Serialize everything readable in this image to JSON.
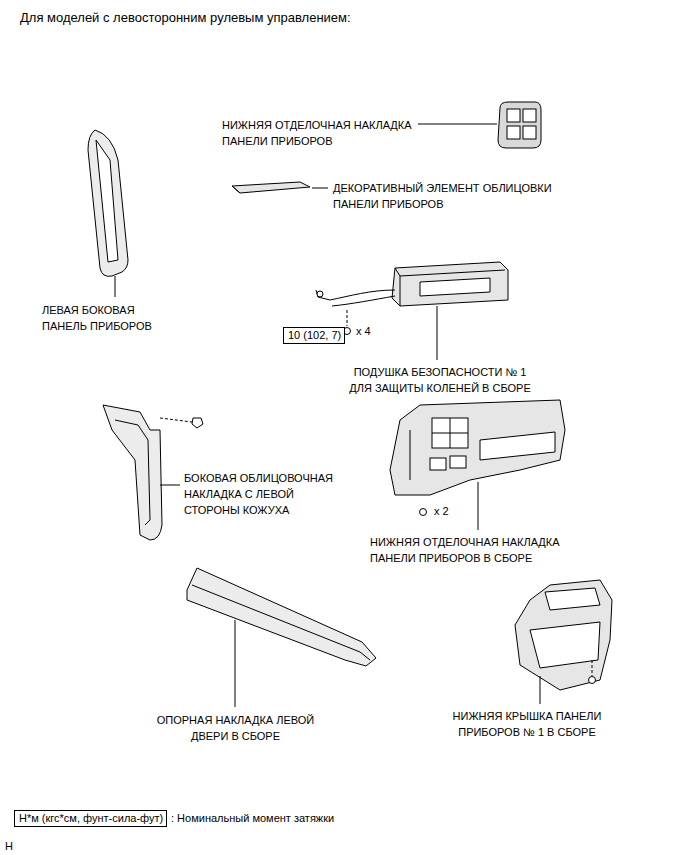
{
  "diagram": {
    "title": "Для моделей с левосторонним рулевым управлением:",
    "nodes": [
      {
        "text": [
          "10 (102, 7)"
        ]
      },
      {
        "text": [
          "Н*м (кгс*см, фунт-сила-фут)"
        ]
      }
    ],
    "labels": [
      "НИЖНЯЯ ОТДЕЛОЧНАЯ НАКЛАДКА ПАНЕЛИ ПРИБОРОВ",
      "ДЕКОРАТИВНЫЙ ЭЛЕМЕНТ ОБЛИЦОВКИ ПАНЕЛИ ПРИБОРОВ",
      "ЛЕВАЯ БОКОВАЯ ПАНЕЛЬ ПРИБОРОВ",
      "x 4",
      "ПОДУШКА БЕЗОПАСНОСТИ № 1 ДЛЯ ЗАЩИТЫ КОЛЕНЕЙ В СБОРЕ",
      "БОКОВАЯ ОБЛИЦОВОЧНАЯ НАКЛАДКА С ЛЕВОЙ СТОРОНЫ КОЖУХА",
      "x 2",
      "НИЖНЯЯ ОТДЕЛОЧНАЯ НАКЛАДКА ПАНЕЛИ ПРИБОРОВ В СБОРЕ",
      "ОПОРНАЯ НАКЛАДКА ЛЕВОЙ ДВЕРИ В СБОРЕ",
      "НИЖНЯЯ КРЫШКА ПАНЕЛИ ПРИБОРОВ № 1 В СБОРЕ",
      "H"
    ],
    "legend": [
      {
        "text": ": Номинальный момент затяжки"
      }
    ]
  }
}
